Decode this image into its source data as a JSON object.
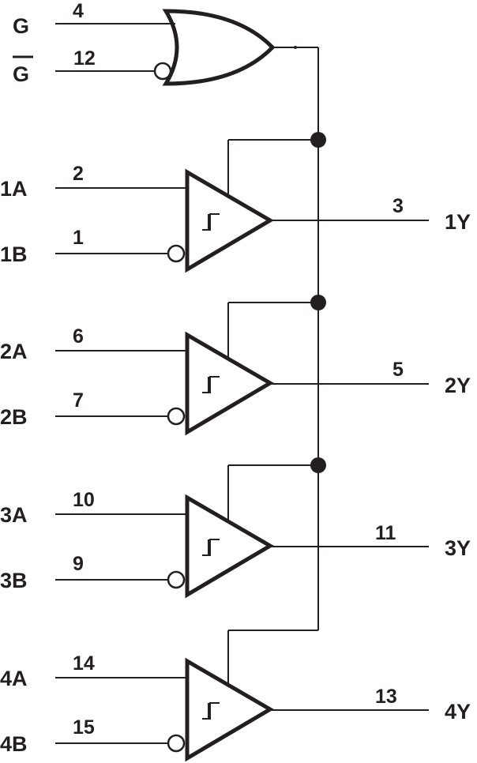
{
  "enable": {
    "g_label": "G",
    "g_pin": "4",
    "gbar_label": "G",
    "gbar_pin": "12"
  },
  "receivers": [
    {
      "a_label": "1A",
      "a_pin": "2",
      "b_label": "1B",
      "b_pin": "1",
      "y_label": "1Y",
      "y_pin": "3"
    },
    {
      "a_label": "2A",
      "a_pin": "6",
      "b_label": "2B",
      "b_pin": "7",
      "y_label": "2Y",
      "y_pin": "5"
    },
    {
      "a_label": "3A",
      "a_pin": "10",
      "b_label": "3B",
      "b_pin": "9",
      "y_label": "3Y",
      "y_pin": "11"
    },
    {
      "a_label": "4A",
      "a_pin": "14",
      "b_label": "4B",
      "b_pin": "15",
      "y_label": "4Y",
      "y_pin": "13"
    }
  ],
  "colors": {
    "ink": "#231f20",
    "background": "#ffffff"
  }
}
